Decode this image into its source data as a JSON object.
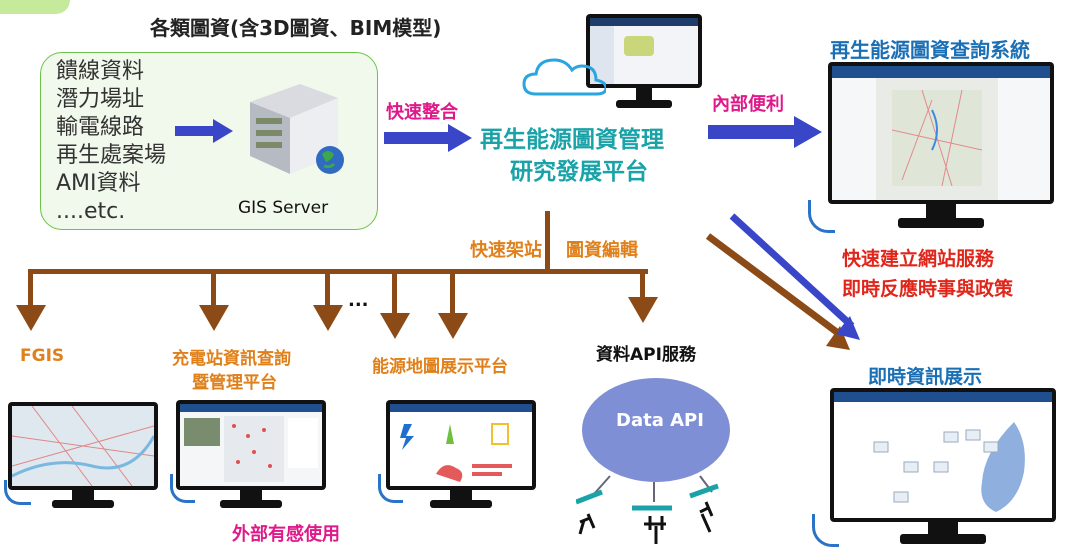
{
  "top_title": "各類圖資(含3D圖資、BIM模型)",
  "sources": [
    "饋線資料",
    "潛力場址",
    "輸電線路",
    "再生處案場",
    "AMI資料",
    "....etc."
  ],
  "gis_server_label": "GIS Server",
  "integrate_label": "快速整合",
  "platform_line1": "再生能源圖資管理",
  "platform_line2": "研究發展平台",
  "internal_label": "內部便利",
  "query_system_title": "再生能源圖資查詢系統",
  "quick_site_label": "快速架站",
  "map_edit_label": "圖資編輯",
  "ellipsis": "...",
  "red_line1": "快速建立網站服務",
  "red_line2": "即時反應時事與政策",
  "realtime_title": "即時資訊展示",
  "fgis_label": "FGIS",
  "charging_line1": "充電站資訊查詢",
  "charging_line2": "暨管理平台",
  "energy_map_label": "能源地圖展示平台",
  "data_api_service_label": "資料API服務",
  "data_api_label": "Data API",
  "external_label": "外部有感使用",
  "colors": {
    "title_blue": "#1a6fb5",
    "teal": "#19a3a8",
    "pink": "#e0198a",
    "orange": "#e0801a",
    "red": "#e0261a",
    "brown": "#8b4a16",
    "arrow_blue": "#3a46c8",
    "api_cloud": "#7f8fd6"
  }
}
